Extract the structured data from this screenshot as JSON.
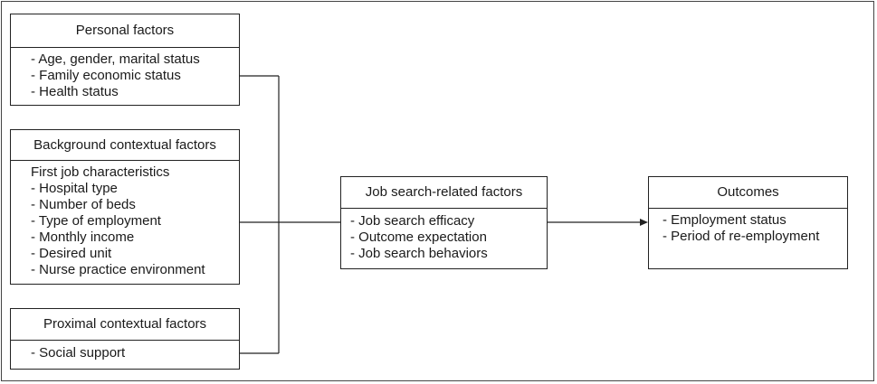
{
  "boxes": {
    "personal": {
      "title": "Personal factors",
      "items": [
        "- Age, gender, marital status",
        "- Family economic status",
        "- Health status"
      ]
    },
    "background": {
      "title": "Background contextual factors",
      "items": [
        "First job characteristics",
        "- Hospital type",
        "- Number of beds",
        "- Type of employment",
        "- Monthly income",
        "- Desired unit",
        "- Nurse practice environment"
      ]
    },
    "proximal": {
      "title": "Proximal contextual factors",
      "items": [
        "- Social support"
      ]
    },
    "jobsearch": {
      "title": "Job search-related factors",
      "items": [
        "- Job search efficacy",
        "- Outcome expectation",
        "- Job search behaviors"
      ]
    },
    "outcomes": {
      "title": "Outcomes",
      "items": [
        "- Employment status",
        "- Period of re-employment"
      ]
    }
  },
  "colors": {
    "line": "#222222",
    "border": "#222222",
    "frame": "#444444"
  }
}
